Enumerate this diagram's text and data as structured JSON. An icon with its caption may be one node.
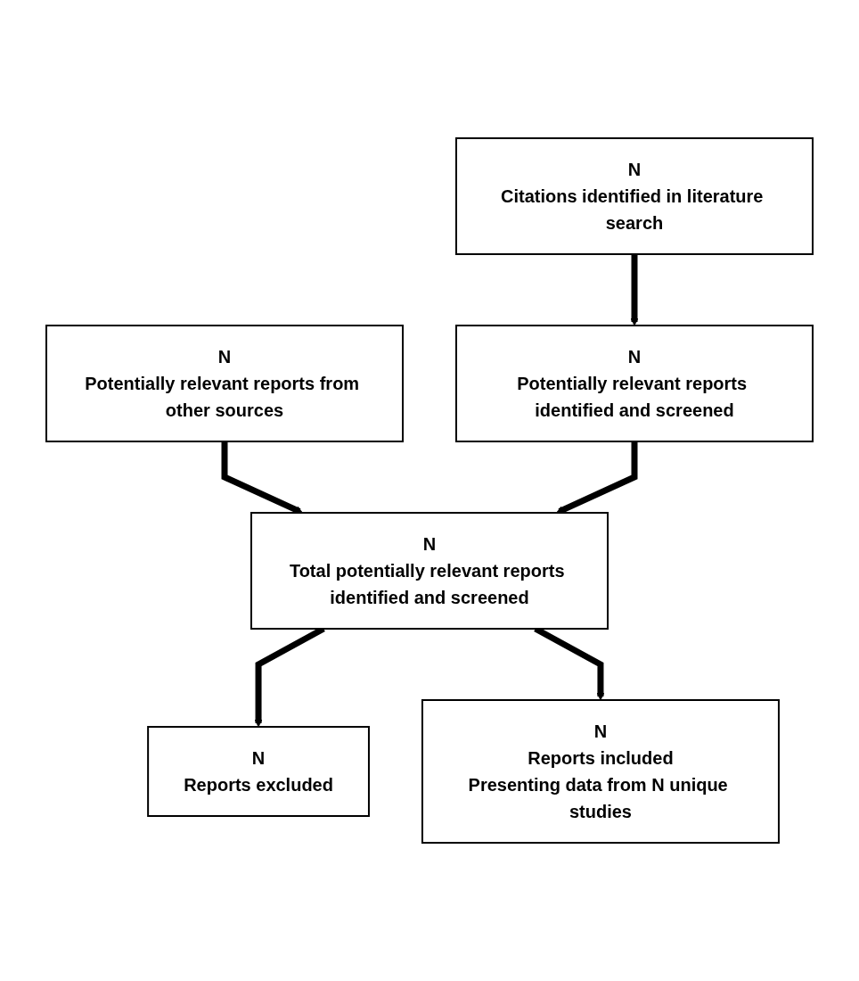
{
  "diagram": {
    "nodes": [
      {
        "text": [
          "N",
          "Citations identified in literature search"
        ]
      },
      {
        "text": [
          "N",
          "Potentially relevant reports from other sources"
        ]
      },
      {
        "text": [
          "N",
          "Potentially relevant reports identified and screened"
        ]
      },
      {
        "text": [
          "N",
          "Total potentially relevant reports identified and screened"
        ]
      },
      {
        "text": [
          "N",
          "Reports excluded"
        ]
      },
      {
        "text": [
          "N",
          "Reports included",
          "Presenting data from N unique studies"
        ]
      }
    ],
    "edges": [
      {
        "from": 0,
        "to": 2,
        "arrow": "to"
      },
      {
        "from": 1,
        "to": 3,
        "arrow": "to"
      },
      {
        "from": 2,
        "to": 3,
        "arrow": "to"
      },
      {
        "from": 3,
        "to": 4,
        "arrow": "to"
      },
      {
        "from": 3,
        "to": 5,
        "arrow": "to"
      }
    ]
  }
}
